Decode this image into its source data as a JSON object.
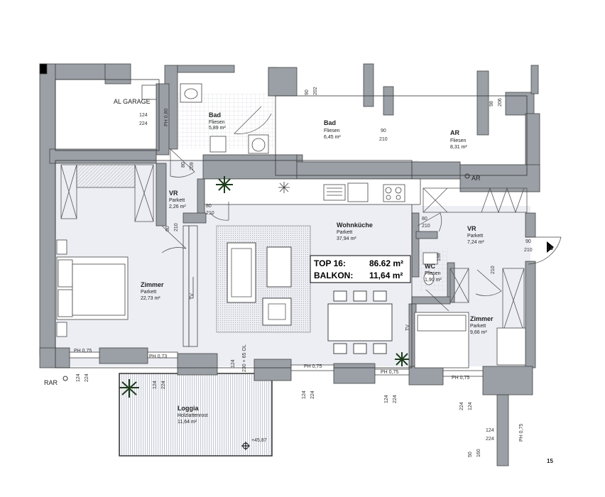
{
  "header": {
    "garage_label": "AL GARAGE",
    "ar_marker": "AR",
    "rar_marker": "RAR",
    "page_number": "15",
    "unit_number": "16"
  },
  "summary": {
    "top_label": "TOP 16:",
    "top_value": "86.62 m²",
    "balcony_label": "BALKON:",
    "balcony_value": "11,64 m²"
  },
  "rooms": {
    "bad1": {
      "name": "Bad",
      "floor": "Fliesen",
      "area": "5,89 m²"
    },
    "bad2": {
      "name": "Bad",
      "floor": "Fliesen",
      "area": "6,45 m²"
    },
    "ar": {
      "name": "AR",
      "floor": "Fliesen",
      "area": "8,31 m²"
    },
    "vr1": {
      "name": "VR",
      "floor": "Parkett",
      "area": "2,26 m²"
    },
    "wohn": {
      "name": "Wohnküche",
      "floor": "Parkett",
      "area": "37,94 m²"
    },
    "vr2": {
      "name": "VR",
      "floor": "Parkett",
      "area": "7,24 m²"
    },
    "wc": {
      "name": "WC",
      "floor": "Fliesen",
      "area": "1,90 m²"
    },
    "zimmer1": {
      "name": "Zimmer",
      "floor": "Parkett",
      "area": "22,73 m²"
    },
    "zimmer2": {
      "name": "Zimmer",
      "floor": "Parkett",
      "area": "9,66 m²"
    },
    "loggia": {
      "name": "Loggia",
      "floor": "Holzlattenrost",
      "area": "11,64 m²"
    }
  },
  "dims": {
    "d124": "124",
    "d224": "224",
    "ph080": "PH 0,80",
    "ph075": "PH 0,75",
    "ph073": "PH 0,73",
    "d80": "80",
    "d90": "90",
    "d98": "98",
    "d202": "202",
    "d206": "206",
    "d209": "209",
    "d210": "210",
    "d198": "198",
    "d160": "160",
    "d50": "50",
    "d230": "230 + 65 OL",
    "level": "+45,87",
    "tv": "TV"
  }
}
